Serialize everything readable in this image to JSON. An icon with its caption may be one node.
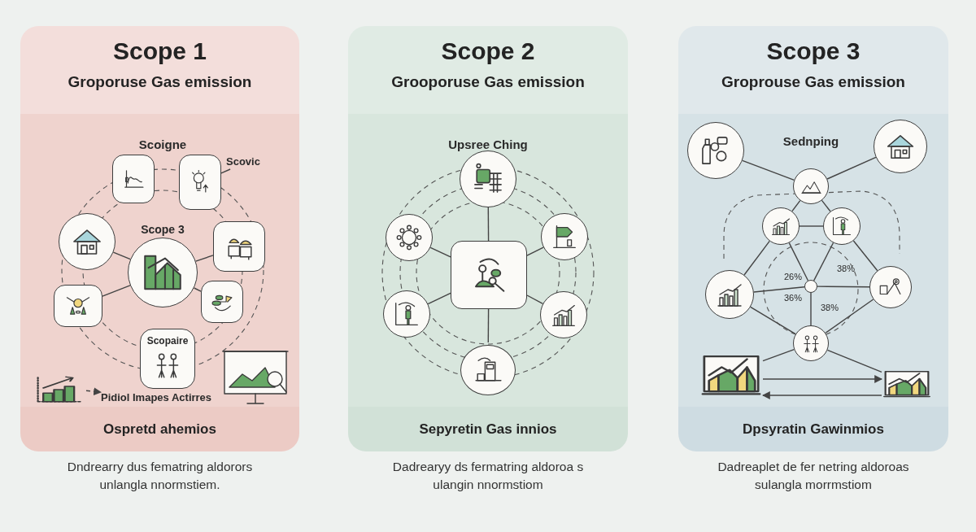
{
  "diagram": {
    "nodes": [
      {
        "text": [
          "Scope 1",
          "Groporuse Gas emission",
          "Ospretd ahemios"
        ],
        "beside": [
          "Dndrearry dus fematring aldorors unlangla nnormstiem."
        ]
      },
      {
        "text": [
          "Scovic"
        ],
        "in": 0
      },
      {
        "text": [],
        "shape": "box",
        "in": 0
      },
      {
        "text": [],
        "shape": "box",
        "in": 0
      },
      {
        "text": [],
        "shape": "circle",
        "in": 0
      },
      {
        "text": [
          "Scope 3"
        ],
        "in": 0
      },
      {
        "text": [],
        "shape": "box",
        "in": 0
      },
      {
        "text": [],
        "shape": "box",
        "in": 0
      },
      {
        "text": [],
        "shape": "box",
        "in": 0
      },
      {
        "text": [
          "Scopaire"
        ],
        "in": 0
      },
      {
        "text": [],
        "shape": "picture",
        "in": 0
      },
      {
        "text": [
          "Pidiol Imapes Actirres"
        ],
        "in": 0
      },
      {
        "text": [
          "Scope 2",
          "Grooporuse Gas emission",
          "Sepyretin Gas innios"
        ],
        "beside": [
          "Dadrearyy ds fermatring aldoroa s ulangin nnormstiom"
        ]
      },
      {
        "text": [],
        "shape": "circle",
        "in": 12
      },
      {
        "text": [],
        "shape": "circle",
        "in": 12
      },
      {
        "text": [],
        "shape": "circle",
        "in": 12
      },
      {
        "text": [],
        "shape": "box",
        "in": 12
      },
      {
        "text": [],
        "shape": "circle",
        "in": 12
      },
      {
        "text": [],
        "shape": "circle",
        "in": 12
      },
      {
        "text": [],
        "shape": "circle",
        "in": 12
      },
      {
        "text": [
          "Scope 3",
          "Groprouse Gas emission",
          "Dpsyratin Gawinmios"
        ],
        "beside": [
          "Dadreaplet de fer netring aldoroas sulangla morrmstiom"
        ]
      },
      {
        "text": [],
        "shape": "circle",
        "in": 20
      },
      {
        "text": [],
        "shape": "circle",
        "in": 20
      },
      {
        "text": [],
        "shape": "circle",
        "in": 20
      },
      {
        "text": [],
        "shape": "circle",
        "in": 20
      },
      {
        "text": [],
        "shape": "circle",
        "in": 20
      },
      {
        "text": [],
        "shape": "circle",
        "in": 20
      },
      {
        "text": [],
        "shape": "circle",
        "in": 20
      },
      {
        "text": [],
        "shape": "circle",
        "in": 20
      },
      {
        "text": [],
        "shape": "circle",
        "in": 20
      },
      {
        "text": [],
        "shape": "picture",
        "in": 20
      },
      {
        "text": [],
        "shape": "picture",
        "in": 20
      }
    ],
    "edges": [
      {
        "from": 1,
        "to": 3,
        "arrow": "none"
      },
      {
        "from": 5,
        "to": 4,
        "arrow": "none"
      },
      {
        "from": 5,
        "to": 6,
        "arrow": "none"
      },
      {
        "from": 5,
        "to": 7,
        "arrow": "none"
      },
      {
        "from": 5,
        "to": 8,
        "arrow": "none"
      },
      {
        "from": 10,
        "to": 11,
        "arrow": "to",
        "style": "dashed"
      },
      {
        "from": 16,
        "to": 13,
        "arrow": "none"
      },
      {
        "from": 16,
        "to": 14,
        "arrow": "none"
      },
      {
        "from": 16,
        "to": 15,
        "arrow": "none"
      },
      {
        "from": 16,
        "to": 17,
        "arrow": "none"
      },
      {
        "from": 16,
        "to": 18,
        "arrow": "none"
      },
      {
        "from": 16,
        "to": 19,
        "arrow": "none"
      },
      {
        "from": 21,
        "to": 23,
        "arrow": "none"
      },
      {
        "from": 22,
        "to": 23,
        "arrow": "none"
      },
      {
        "from": 23,
        "to": 24,
        "arrow": "none"
      },
      {
        "from": 23,
        "to": 25,
        "arrow": "none"
      },
      {
        "from": 24,
        "to": 25,
        "arrow": "none"
      },
      {
        "from": 24,
        "to": 26,
        "arrow": "none"
      },
      {
        "from": 24,
        "to": 27,
        "arrow": "none"
      },
      {
        "from": 25,
        "to": 27,
        "arrow": "none"
      },
      {
        "from": 25,
        "to": 28,
        "arrow": "none"
      },
      {
        "from": 26,
        "to": 27,
        "arrow": "none"
      },
      {
        "from": 27,
        "to": 28,
        "arrow": "none"
      },
      {
        "from": 27,
        "to": 29,
        "arrow": "none"
      },
      {
        "from": 26,
        "to": 29,
        "arrow": "none"
      },
      {
        "from": 28,
        "to": 29,
        "arrow": "none"
      },
      {
        "from": 29,
        "to": 30,
        "arrow": "none"
      },
      {
        "from": 29,
        "to": 31,
        "arrow": "none"
      },
      {
        "from": 30,
        "to": 31,
        "arrow": "to"
      },
      {
        "from": 31,
        "to": 30,
        "arrow": "to"
      }
    ],
    "labels": [
      "Scoigne",
      "Upsree Ching",
      "Sednping",
      "38%",
      "26%",
      "36%",
      "38%"
    ]
  }
}
